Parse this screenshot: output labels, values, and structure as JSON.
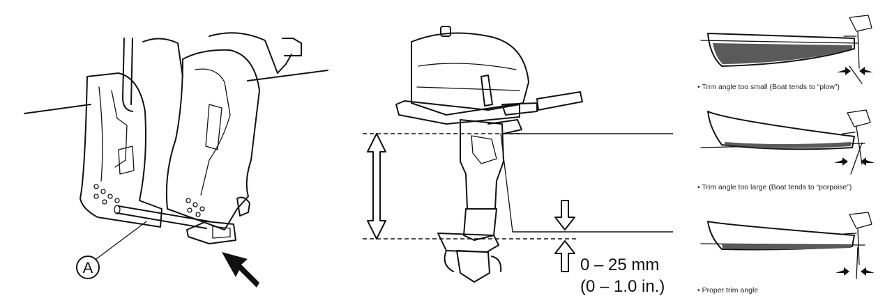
{
  "clamp_panel": {
    "part_label": "A"
  },
  "motor_panel": {
    "range_line1": "0 – 25 mm",
    "range_line2": "(0 – 1.0 in.)"
  },
  "trim_panel": {
    "captions": [
      "• Trim angle too small (Boat tends to “plow”)",
      "• Trim angle too large (Boat tends to “porpoise”)",
      "• Proper trim angle"
    ]
  }
}
